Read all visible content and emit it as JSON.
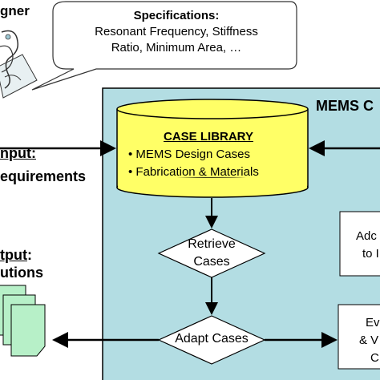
{
  "designer": {
    "label": "gner"
  },
  "bubble": {
    "title": "Specifications:",
    "line1": "Resonant Frequency, Stiffness",
    "line2": "Ratio, Minimum Area, …"
  },
  "input": {
    "heading": "nput:",
    "text": "equirements"
  },
  "output": {
    "heading": "tput",
    "colon": ":",
    "text": "utions"
  },
  "system": {
    "title": "MEMS C"
  },
  "case_library": {
    "title": "CASE LIBRARY",
    "items": [
      "MEMS Design Cases",
      "Fabrication & Materials"
    ]
  },
  "retrieve": {
    "line1": "Retrieve",
    "line2": "Cases"
  },
  "adapt": {
    "label": "Adapt Cases"
  },
  "right_box_top": {
    "line1": "Adc",
    "line2": "to I"
  },
  "right_box_bottom": {
    "line1": "Ev",
    "line2": "& V",
    "line3": "C"
  },
  "colors": {
    "system_bg": "#b3dde3",
    "cylinder": "#ffff66",
    "bubble_border": "#333333"
  }
}
